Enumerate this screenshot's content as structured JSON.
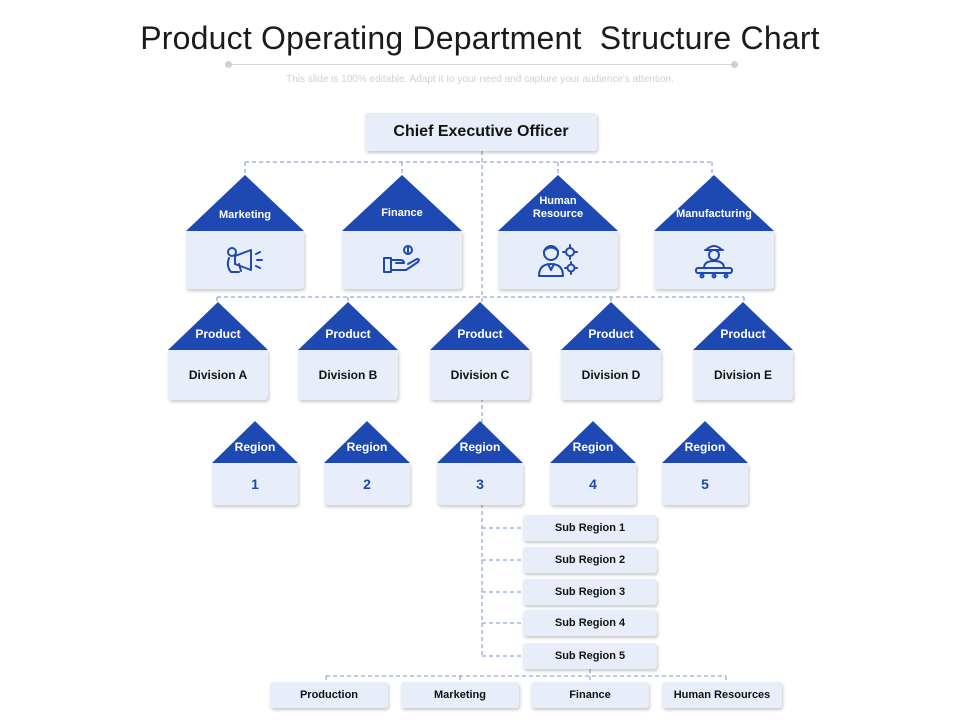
{
  "title": "Product Operating Department  Structure Chart",
  "subtitle": "This slide is 100% editable. Adapt it to your need and capture your audience's attention.",
  "ceo": "Chief Executive Officer",
  "departments": [
    {
      "label": "Marketing",
      "icon": "megaphone-icon"
    },
    {
      "label": "Finance",
      "icon": "hand-money-icon"
    },
    {
      "label": "Human Resource",
      "icon": "person-gears-icon"
    },
    {
      "label": "Manufacturing",
      "icon": "factory-worker-icon"
    }
  ],
  "products": [
    {
      "top": "Product",
      "bottom": "Division A"
    },
    {
      "top": "Product",
      "bottom": "Division B"
    },
    {
      "top": "Product",
      "bottom": "Division C"
    },
    {
      "top": "Product",
      "bottom": "Division D"
    },
    {
      "top": "Product",
      "bottom": "Division E"
    }
  ],
  "regions": [
    {
      "top": "Region",
      "bottom": "1"
    },
    {
      "top": "Region",
      "bottom": "2"
    },
    {
      "top": "Region",
      "bottom": "3"
    },
    {
      "top": "Region",
      "bottom": "4"
    },
    {
      "top": "Region",
      "bottom": "5"
    }
  ],
  "sub_regions": [
    "Sub Region 1",
    "Sub Region 2",
    "Sub Region 3",
    "Sub Region 4",
    "Sub Region 5"
  ],
  "functions": [
    "Production",
    "Marketing",
    "Finance",
    "Human Resources"
  ],
  "colors": {
    "accent": "#1f49b2",
    "box_fill": "#e8eef9",
    "connector": "#7a93c9"
  }
}
